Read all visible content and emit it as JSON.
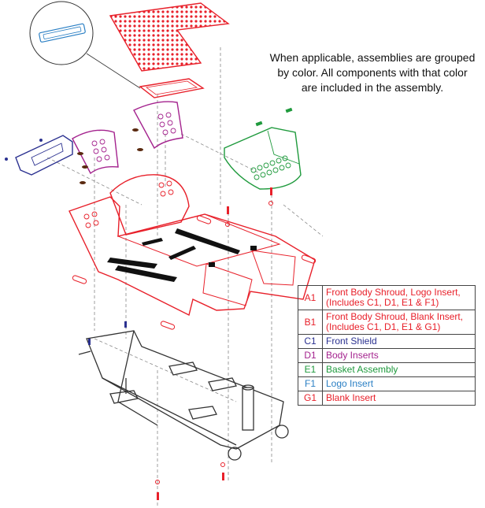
{
  "note": {
    "lines": [
      "When applicable, assemblies are grouped",
      "by color. All components with that color",
      "are included in the assembly."
    ]
  },
  "legend": {
    "rows": [
      {
        "code": "A1",
        "desc": "Front Body Shroud, Logo Insert, (Includes C1, D1, E1 & F1)",
        "color": "#e8202a"
      },
      {
        "code": "B1",
        "desc": "Front Body Shroud, Blank Insert, (Includes C1, D1, E1 & G1)",
        "color": "#e8202a"
      },
      {
        "code": "C1",
        "desc": "Front Shield",
        "color": "#2b3190"
      },
      {
        "code": "D1",
        "desc": "Body Inserts",
        "color": "#a4238e"
      },
      {
        "code": "E1",
        "desc": "Basket Assembly",
        "color": "#1f9a3d"
      },
      {
        "code": "F1",
        "desc": "Logo Insert",
        "color": "#2a7fc4"
      },
      {
        "code": "G1",
        "desc": "Blank Insert",
        "color": "#e8202a"
      }
    ]
  },
  "colors": {
    "red": "#e8202a",
    "navy": "#2b3190",
    "purple": "#a4238e",
    "green": "#1f9a3d",
    "blue": "#2a7fc4",
    "frame": "#333333",
    "leader": "#888888"
  }
}
